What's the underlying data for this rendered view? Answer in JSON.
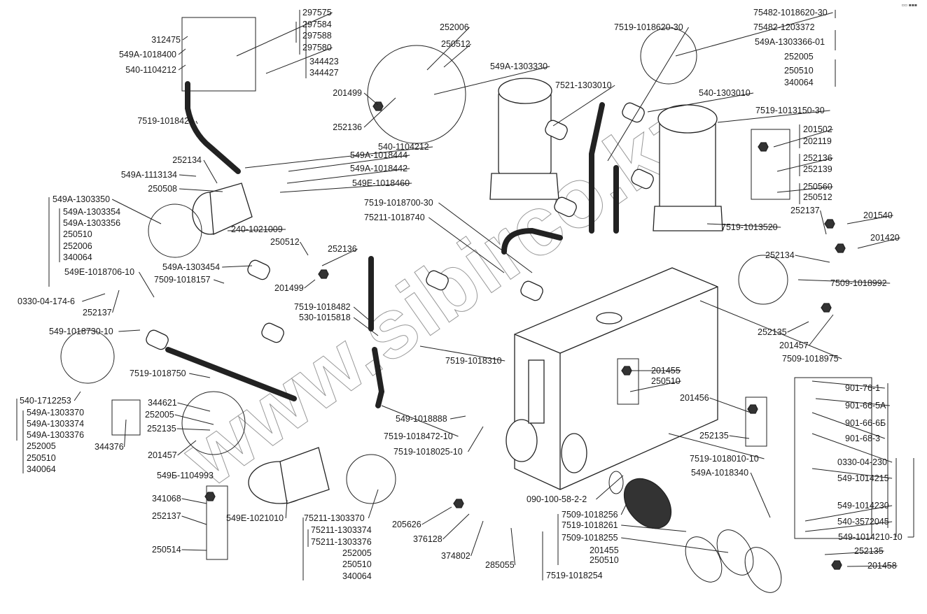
{
  "title": "Fuel/heater system exploded parts diagram",
  "corner_mark": "▫▫ ▪▪▪",
  "watermark": "www.sibirco.kz",
  "labels": {
    "l312475": "312475",
    "l549A_1018400": "549A-1018400",
    "l540_1104212a": "540-1104212",
    "l7519_1018424": "7519-1018424",
    "l297575": "297575",
    "l297584": "297584",
    "l297588": "297588",
    "l297580": "297580",
    "l344423": "344423",
    "l344427": "344427",
    "l252006a": "252006",
    "l250512a": "250512",
    "l549A_1303330": "549A-1303330",
    "l201499a": "201499",
    "l252136a": "252136",
    "l7521_1303010": "7521-1303010",
    "l7519_1018620_30": "7519-1018620-30",
    "l75482_1018620_30": "75482-1018620-30",
    "l75482_1203372": "75482-1203372",
    "l549A_1303366_01": "549A-1303366-01",
    "l252005a": "252005",
    "l250510a": "250510",
    "l340064a": "340064",
    "l540_1303010": "540-1303010",
    "l7519_1013150_30": "7519-1013150-30",
    "l201502": "201502",
    "l202119": "202119",
    "l252136b": "252136",
    "l252139": "252139",
    "l250560": "250560",
    "l250512b": "250512",
    "l252137a": "252137",
    "l201540": "201540",
    "l7519_1013520": "7519-1013520",
    "l201420": "201420",
    "l252134b": "252134",
    "l7509_1018992": "7509-1018992",
    "l252135a": "252135",
    "l201457a": "201457",
    "l7509_1018975": "7509-1018975",
    "l540_1104212b": "540-1104212",
    "l252134a": "252134",
    "l549A_1113134": "549A-1113134",
    "l250508": "250508",
    "l549A_1018444": "549A-1018444",
    "l549A_1018442": "549A-1018442",
    "l549E_1018460": "549E-1018460",
    "l549A_1303350": "549A-1303350",
    "l549A_1303354": "549A-1303354",
    "l549A_1303356": "549A-1303356",
    "l250510b": "250510",
    "l252006b": "252006",
    "l340064b": "340064",
    "l240_1021009": "240-1021009",
    "l7519_1018700_30": "7519-1018700-30",
    "l75211_1018740": "75211-1018740",
    "l250512c": "250512",
    "l252136c": "252136",
    "l201499b": "201499",
    "l549A_1303454": "549A-1303454",
    "l549E_1018706_10": "549E-1018706-10",
    "l7509_1018157": "7509-1018157",
    "l0330_04_174_6": "0330-04-174-6",
    "l252137b": "252137",
    "l549_1018730_10": "549-1018730-10",
    "l7519_1018482": "7519-1018482",
    "l530_1015818": "530-1015818",
    "l7519_1018310": "7519-1018310",
    "l7519_1018750": "7519-1018750",
    "l540_1712253": "540-1712253",
    "l549A_1303370": "549A-1303370",
    "l549A_1303374": "549A-1303374",
    "l549A_1303376": "549A-1303376",
    "l252005b": "252005",
    "l250510c": "250510",
    "l340064c": "340064",
    "l344621": "344621",
    "l252005c": "252005",
    "l252135b": "252135",
    "l344376": "344376",
    "l201457b": "201457",
    "l549B_1104993": "549Б-1104993",
    "l341068": "341068",
    "l252137c": "252137",
    "l250514": "250514",
    "l549E_1021010": "549E-1021010",
    "l75211_1303370": "75211-1303370",
    "l75211_1303374": "75211-1303374",
    "l75211_1303376": "75211-1303376",
    "l252005d": "252005",
    "l250510d": "250510",
    "l340064d": "340064",
    "l549_1018888": "549-1018888",
    "l7519_1018472_10": "7519-1018472-10",
    "l7519_1018025_10": "7519-1018025-10",
    "l201455a": "201455",
    "l250510e": "250510",
    "l201456": "201456",
    "l252135c": "252135",
    "l7519_1018010_10": "7519-1018010-10",
    "l549A_1018340": "549A-1018340",
    "l901_76_1": "901-76-1",
    "l901_66_5A": "901-66-5A",
    "l901_66_6B": "901-66-6Б",
    "l901_68_3": "901-68-3",
    "l0330_04_230": "0330-04-230",
    "l549_1014215": "549-1014215",
    "l549_1014230": "549-1014230",
    "l540_3572045": "540-3572045",
    "l549_1014210_10": "549-1014210-10",
    "l090_100_58_2_2": "090-100-58-2-2",
    "l7509_1018256": "7509-1018256",
    "l7519_1018261": "7519-1018261",
    "l7509_1018255": "7509-1018255",
    "l201455b": "201455",
    "l250510f": "250510",
    "l7519_1018254": "7519-1018254",
    "l205626": "205626",
    "l376128": "376128",
    "l374802": "374802",
    "l285055": "285055",
    "l252135d": "252135",
    "l201458": "201458"
  }
}
